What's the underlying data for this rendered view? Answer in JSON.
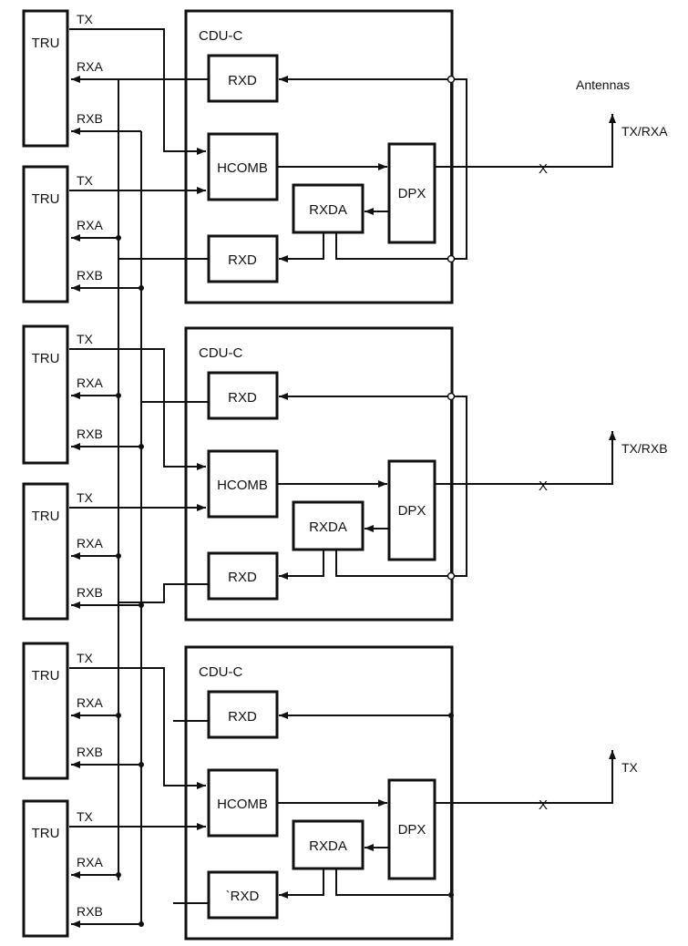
{
  "labels": {
    "tru": "TRU",
    "tx": "TX",
    "rxa": "RXA",
    "rxb": "RXB",
    "cdu": "CDU-C",
    "rxd": "RXD",
    "rxd_tick": "`RXD",
    "hcomb": "HCOMB",
    "rxda": "RXDA",
    "dpx": "DPX",
    "x": "X"
  },
  "antennas": {
    "title": "Antennas",
    "a1": "TX/RXA",
    "a2": "TX/RXB",
    "a3": "TX"
  }
}
